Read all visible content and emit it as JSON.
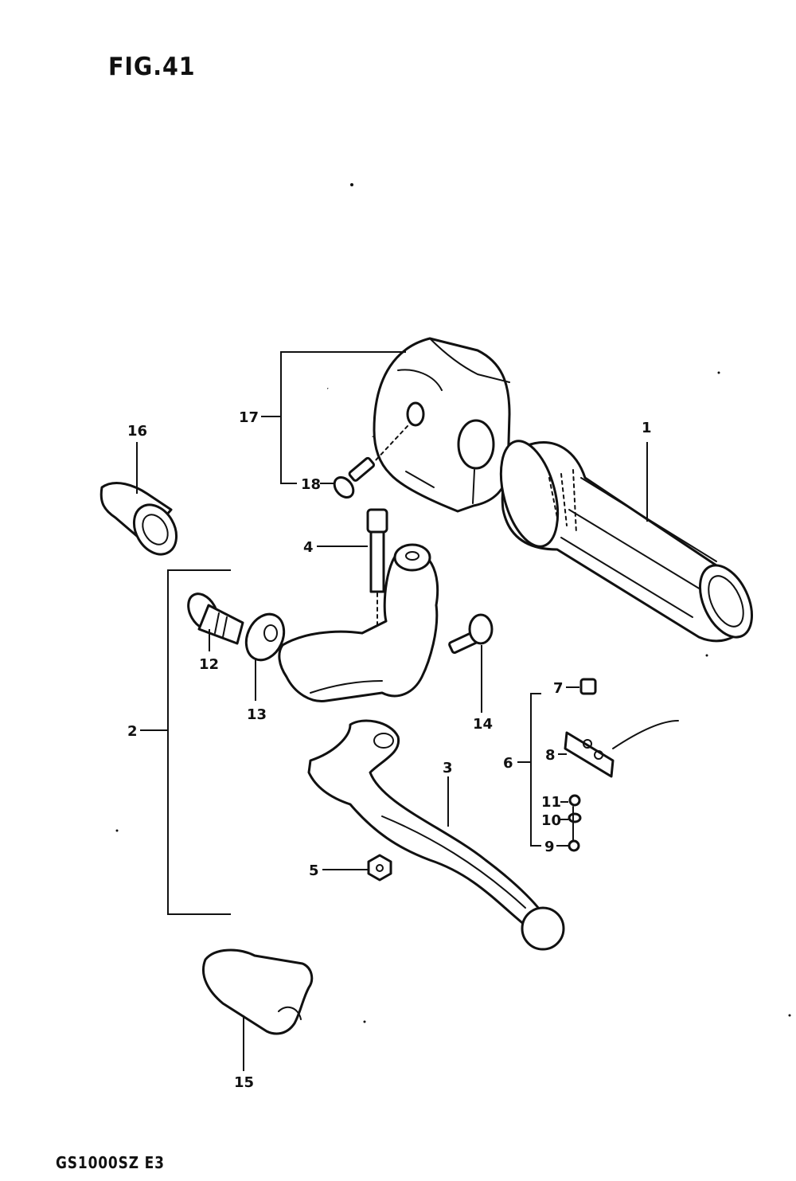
{
  "figure": {
    "title": "FIG.41",
    "footer_code": "GS1000SZ E3"
  },
  "callouts": {
    "p1": "1",
    "p2": "2",
    "p3": "3",
    "p4": "4",
    "p5": "5",
    "p6": "6",
    "p7": "7",
    "p8": "8",
    "p9": "9",
    "p10": "10",
    "p11": "11",
    "p12": "12",
    "p13": "13",
    "p14": "14",
    "p15": "15",
    "p16": "16",
    "p17": "17",
    "p18": "18"
  }
}
